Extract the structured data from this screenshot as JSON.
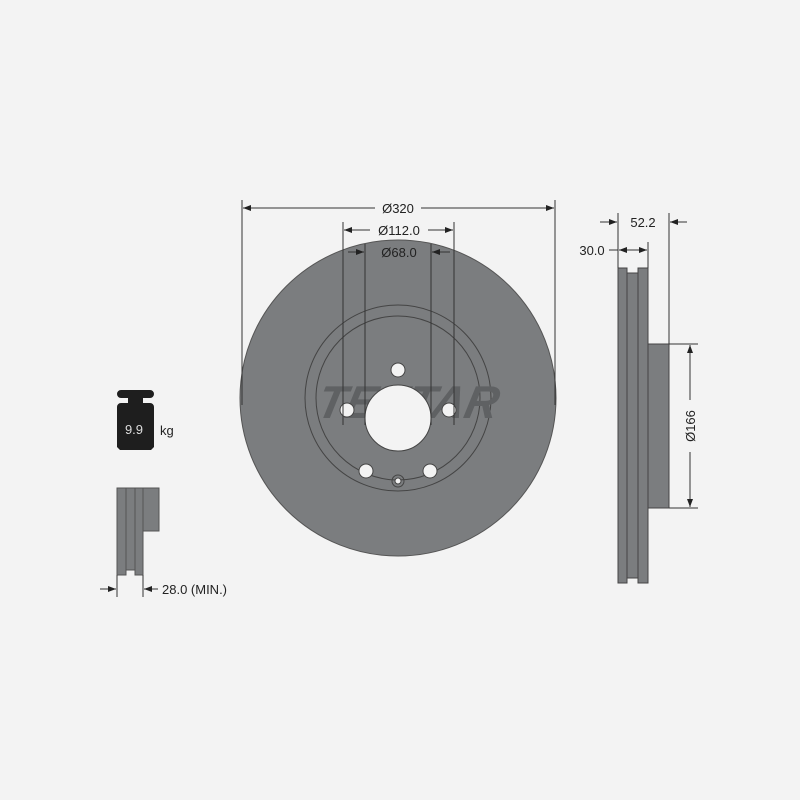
{
  "brand": "TEXTAR",
  "front_view": {
    "outer_diameter_label": "Ø320",
    "bolt_circle_label": "Ø112.0",
    "center_bore_label": "Ø68.0"
  },
  "side_view": {
    "overall_height_label": "52.2",
    "thickness_label": "30.0",
    "hub_diameter_label": "Ø166"
  },
  "weight": {
    "value": "9.9",
    "unit": "kg"
  },
  "min_thickness": {
    "label": "28.0 (MIN.)"
  },
  "colors": {
    "background": "#f3f3f3",
    "disc": "#7b7d7f",
    "line": "#333333",
    "weight_icon": "#1e1e1e"
  }
}
